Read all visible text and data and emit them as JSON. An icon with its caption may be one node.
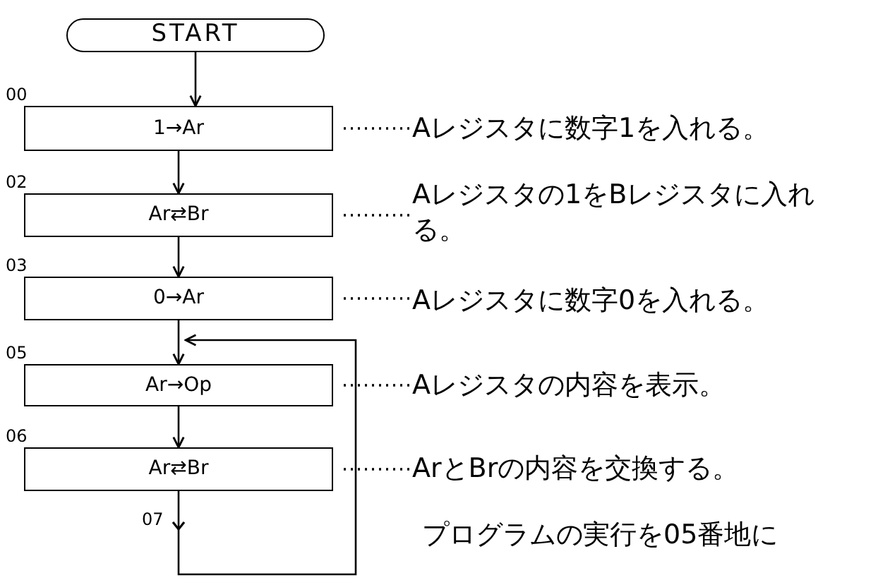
{
  "diagram": {
    "nodes": [
      {
        "text": [
          "START"
        ]
      },
      {
        "text": [
          "1→Ar"
        ],
        "beside": [
          "00"
        ]
      },
      {
        "text": [
          "Ar⇄Br"
        ],
        "beside": [
          "02"
        ]
      },
      {
        "text": [
          "0→Ar"
        ],
        "beside": [
          "03"
        ]
      },
      {
        "text": [
          "Ar→Op"
        ],
        "beside": [
          "05"
        ]
      },
      {
        "text": [
          "Ar⇄Br"
        ],
        "beside": [
          "06"
        ]
      },
      {
        "text": [
          "Aレジスタに数字1を入れる。"
        ]
      },
      {
        "text": [
          "Aレジスタの1をBレジスタに入れる。"
        ]
      },
      {
        "text": [
          "Aレジスタに数字0を入れる。"
        ]
      },
      {
        "text": [
          "Aレジスタの内容を表示。"
        ]
      },
      {
        "text": [
          "ArとBrの内容を交換する。"
        ]
      }
    ],
    "edges": [
      {
        "from": 0,
        "to": 1,
        "arrow": "to"
      },
      {
        "from": 1,
        "to": 2,
        "arrow": "to"
      },
      {
        "from": 2,
        "to": 3,
        "arrow": "to"
      },
      {
        "from": 3,
        "to": 4,
        "arrow": "to"
      },
      {
        "from": 4,
        "to": 5,
        "arrow": "to"
      },
      {
        "from": 5,
        "to": 4,
        "arrow": "to",
        "label": "07"
      },
      {
        "from": 6,
        "to": 1,
        "arrow": "none",
        "style": "dashed"
      },
      {
        "from": 7,
        "to": 2,
        "arrow": "none",
        "style": "dashed"
      },
      {
        "from": 8,
        "to": 3,
        "arrow": "none",
        "style": "dashed"
      },
      {
        "from": 9,
        "to": 4,
        "arrow": "none",
        "style": "dashed"
      },
      {
        "from": 10,
        "to": 5,
        "arrow": "none",
        "style": "dashed"
      }
    ],
    "labels": [
      "プログラムの実行を05番地に"
    ]
  }
}
